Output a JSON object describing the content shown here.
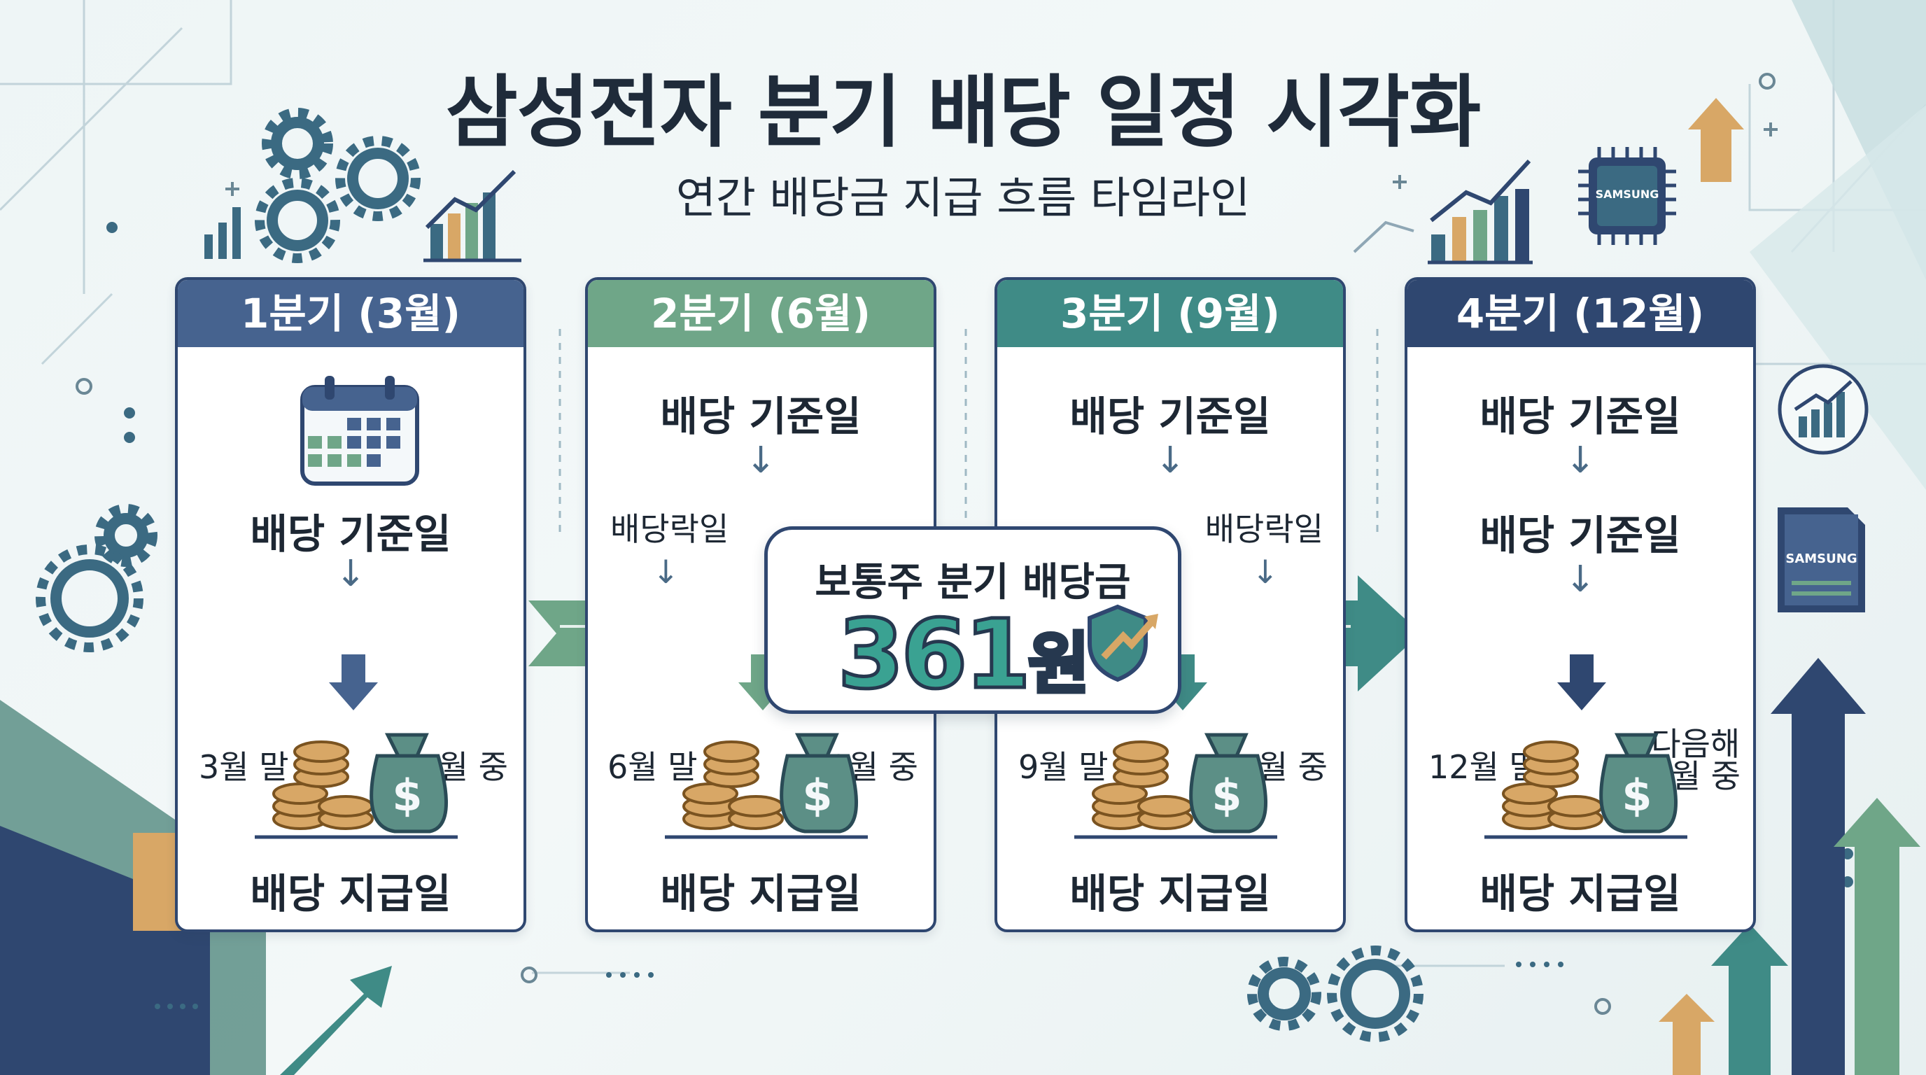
{
  "header": {
    "title": "삼성전자 분기 배당 일정 시각화",
    "subtitle": "연간 배당금 지급 흐름 타임라인"
  },
  "colors": {
    "q1_header": "#46638f",
    "q2_header": "#6fa688",
    "q3_header": "#3f8b86",
    "q4_header": "#2f4770",
    "accent_gold": "#d8a766"
  },
  "quarters": [
    {
      "header": "1분기 (3월)",
      "record_date_label": "배당 기준일",
      "record_date": "3월 말",
      "payment_date": "5월 중",
      "payment_label": "배당 지급일"
    },
    {
      "header": "2분기 (6월)",
      "record_date_label": "배당 기준일",
      "ex_dividend_label": "배당락일",
      "record_date": "6월 말",
      "payment_date": "8월 중",
      "payment_label": "배당 지급일"
    },
    {
      "header": "3분기 (9월)",
      "record_date_label": "배당 기준일",
      "ex_dividend_label": "배당락일",
      "record_date": "9월 말",
      "payment_date": "11월 중",
      "payment_label": "배당 지급일"
    },
    {
      "header": "4분기 (12월)",
      "record_date_label": "배당 기준일",
      "second_label": "배당 기준일",
      "record_date": "12월 말",
      "payment_date_line1": "다음해",
      "payment_date_line2": "4월 중",
      "payment_label": "배당 지급일"
    }
  ],
  "badge": {
    "label": "보통주 분기 배당금",
    "amount_digits": "361",
    "amount_unit": "원"
  },
  "logos": {
    "chip": "SAMSUNG",
    "card": "SAMSUNG"
  },
  "icons": [
    "calendar-icon",
    "money-bag-icon",
    "coin-stack-icon",
    "shield-arrow-icon",
    "gear-icon",
    "bar-chart-icon",
    "chip-icon",
    "arrow-up-icon"
  ]
}
